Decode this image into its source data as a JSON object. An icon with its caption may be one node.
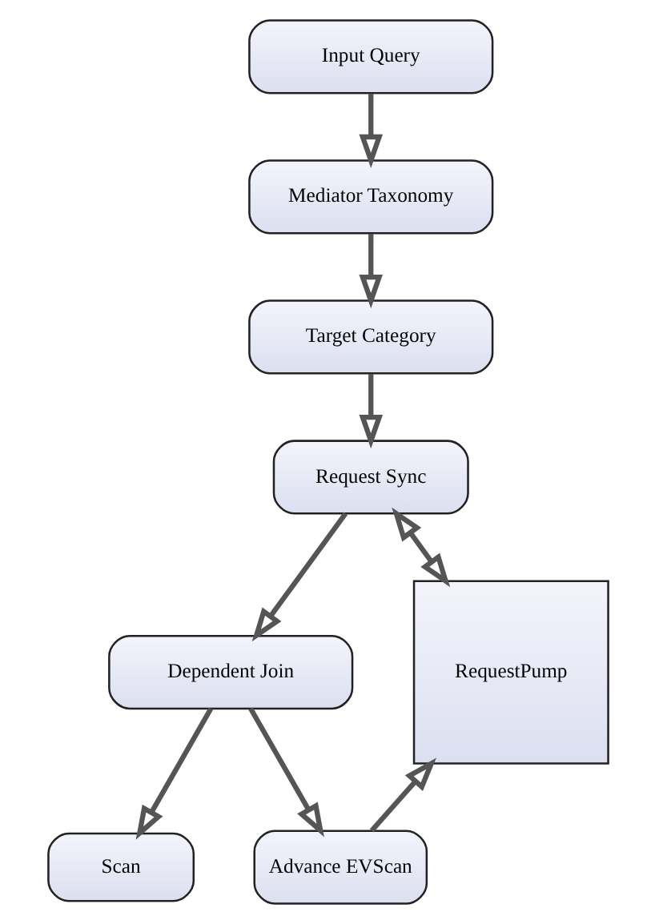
{
  "diagram": {
    "nodes": [
      {
        "text": [
          "Input Query"
        ]
      },
      {
        "text": [
          "Mediator Taxonomy"
        ]
      },
      {
        "text": [
          "Target Category"
        ]
      },
      {
        "text": [
          "Request Sync"
        ]
      },
      {
        "text": [
          "Dependent Join"
        ]
      },
      {
        "text": [
          "Scan"
        ]
      },
      {
        "text": [
          "Advance EVScan"
        ]
      },
      {
        "text": [
          "RequestPump"
        ]
      }
    ],
    "edges": [
      {
        "from": 0,
        "to": 1,
        "arrow": "to"
      },
      {
        "from": 1,
        "to": 2,
        "arrow": "to"
      },
      {
        "from": 2,
        "to": 3,
        "arrow": "to"
      },
      {
        "from": 3,
        "to": 4,
        "arrow": "to"
      },
      {
        "from": 4,
        "to": 5,
        "arrow": "to"
      },
      {
        "from": 4,
        "to": 6,
        "arrow": "to"
      },
      {
        "from": 6,
        "to": 7,
        "arrow": "to"
      },
      {
        "from": 3,
        "to": 7,
        "arrow": "both"
      }
    ]
  }
}
